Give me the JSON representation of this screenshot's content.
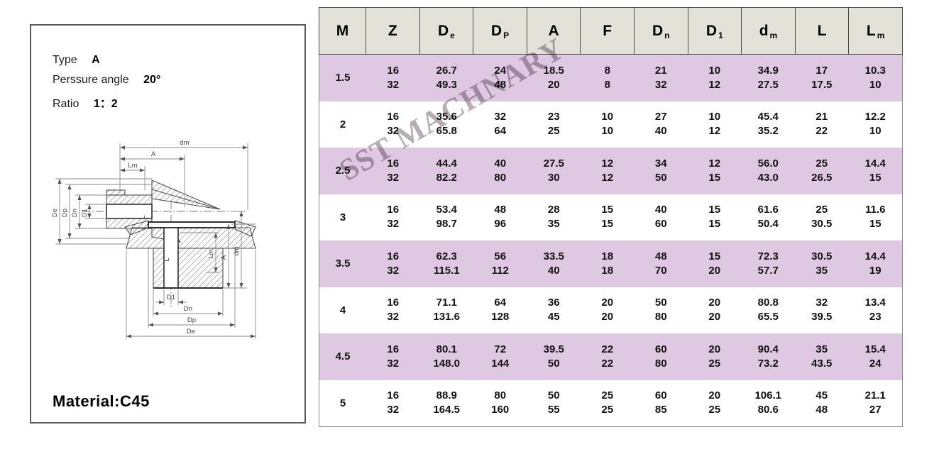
{
  "panel": {
    "specs": [
      {
        "label": "Type",
        "value": "A"
      },
      {
        "label": "Perssure angle",
        "value": "20°"
      },
      {
        "label": "Ratio",
        "value": "1：2"
      }
    ],
    "material": "Material:C45",
    "drawing": {
      "dm": "dm",
      "a": "A",
      "lm": "Lm",
      "de": "De",
      "dp": "Dp",
      "dn": "Dn",
      "d1": "D1",
      "l": "L"
    }
  },
  "watermark": "SST MACHNARY",
  "table": {
    "columns": [
      {
        "main": "M",
        "sub": ""
      },
      {
        "main": "Z",
        "sub": ""
      },
      {
        "main": "D",
        "sub": "e"
      },
      {
        "main": "D",
        "sub": "P"
      },
      {
        "main": "A",
        "sub": ""
      },
      {
        "main": "F",
        "sub": ""
      },
      {
        "main": "D",
        "sub": "n"
      },
      {
        "main": "D",
        "sub": "1"
      },
      {
        "main": "d",
        "sub": "m"
      },
      {
        "main": "L",
        "sub": ""
      },
      {
        "main": "L",
        "sub": "m"
      }
    ],
    "rows": [
      {
        "m": "1.5",
        "cells": [
          [
            "16",
            "32"
          ],
          [
            "26.7",
            "49.3"
          ],
          [
            "24",
            "48"
          ],
          [
            "18.5",
            "20"
          ],
          [
            "8",
            "8"
          ],
          [
            "21",
            "32"
          ],
          [
            "10",
            "12"
          ],
          [
            "34.9",
            "27.5"
          ],
          [
            "17",
            "17.5"
          ],
          [
            "10.3",
            "10"
          ]
        ]
      },
      {
        "m": "2",
        "cells": [
          [
            "16",
            "32"
          ],
          [
            "35.6",
            "65.8"
          ],
          [
            "32",
            "64"
          ],
          [
            "23",
            "25"
          ],
          [
            "10",
            "10"
          ],
          [
            "27",
            "40"
          ],
          [
            "10",
            "12"
          ],
          [
            "45.4",
            "35.2"
          ],
          [
            "21",
            "22"
          ],
          [
            "12.2",
            "10"
          ]
        ]
      },
      {
        "m": "2.5",
        "cells": [
          [
            "16",
            "32"
          ],
          [
            "44.4",
            "82.2"
          ],
          [
            "40",
            "80"
          ],
          [
            "27.5",
            "30"
          ],
          [
            "12",
            "12"
          ],
          [
            "34",
            "50"
          ],
          [
            "12",
            "15"
          ],
          [
            "56.0",
            "43.0"
          ],
          [
            "25",
            "26.5"
          ],
          [
            "14.4",
            "15"
          ]
        ]
      },
      {
        "m": "3",
        "cells": [
          [
            "16",
            "32"
          ],
          [
            "53.4",
            "98.7"
          ],
          [
            "48",
            "96"
          ],
          [
            "28",
            "35"
          ],
          [
            "15",
            "15"
          ],
          [
            "40",
            "60"
          ],
          [
            "15",
            "15"
          ],
          [
            "61.6",
            "50.4"
          ],
          [
            "25",
            "30.5"
          ],
          [
            "11.6",
            "15"
          ]
        ]
      },
      {
        "m": "3.5",
        "cells": [
          [
            "16",
            "32"
          ],
          [
            "62.3",
            "115.1"
          ],
          [
            "56",
            "112"
          ],
          [
            "33.5",
            "40"
          ],
          [
            "18",
            "18"
          ],
          [
            "48",
            "70"
          ],
          [
            "15",
            "20"
          ],
          [
            "72.3",
            "57.7"
          ],
          [
            "30.5",
            "35"
          ],
          [
            "14.4",
            "19"
          ]
        ]
      },
      {
        "m": "4",
        "cells": [
          [
            "16",
            "32"
          ],
          [
            "71.1",
            "131.6"
          ],
          [
            "64",
            "128"
          ],
          [
            "36",
            "45"
          ],
          [
            "20",
            "20"
          ],
          [
            "50",
            "80"
          ],
          [
            "20",
            "20"
          ],
          [
            "80.8",
            "65.5"
          ],
          [
            "32",
            "39.5"
          ],
          [
            "13.4",
            "23"
          ]
        ]
      },
      {
        "m": "4.5",
        "cells": [
          [
            "16",
            "32"
          ],
          [
            "80.1",
            "148.0"
          ],
          [
            "72",
            "144"
          ],
          [
            "39.5",
            "50"
          ],
          [
            "22",
            "22"
          ],
          [
            "60",
            "80"
          ],
          [
            "20",
            "25"
          ],
          [
            "90.4",
            "73.2"
          ],
          [
            "35",
            "43.5"
          ],
          [
            "15.4",
            "24"
          ]
        ]
      },
      {
        "m": "5",
        "cells": [
          [
            "16",
            "32"
          ],
          [
            "88.9",
            "164.5"
          ],
          [
            "80",
            "160"
          ],
          [
            "50",
            "55"
          ],
          [
            "25",
            "25"
          ],
          [
            "60",
            "85"
          ],
          [
            "20",
            "25"
          ],
          [
            "106.1",
            "80.6"
          ],
          [
            "45",
            "48"
          ],
          [
            "21.1",
            "27"
          ]
        ]
      }
    ]
  },
  "colors": {
    "band_purple": "#dfc8e1",
    "header_bg": "#e2e2d9",
    "watermark_gray": "#b7adb7",
    "text_black": "#111111"
  }
}
